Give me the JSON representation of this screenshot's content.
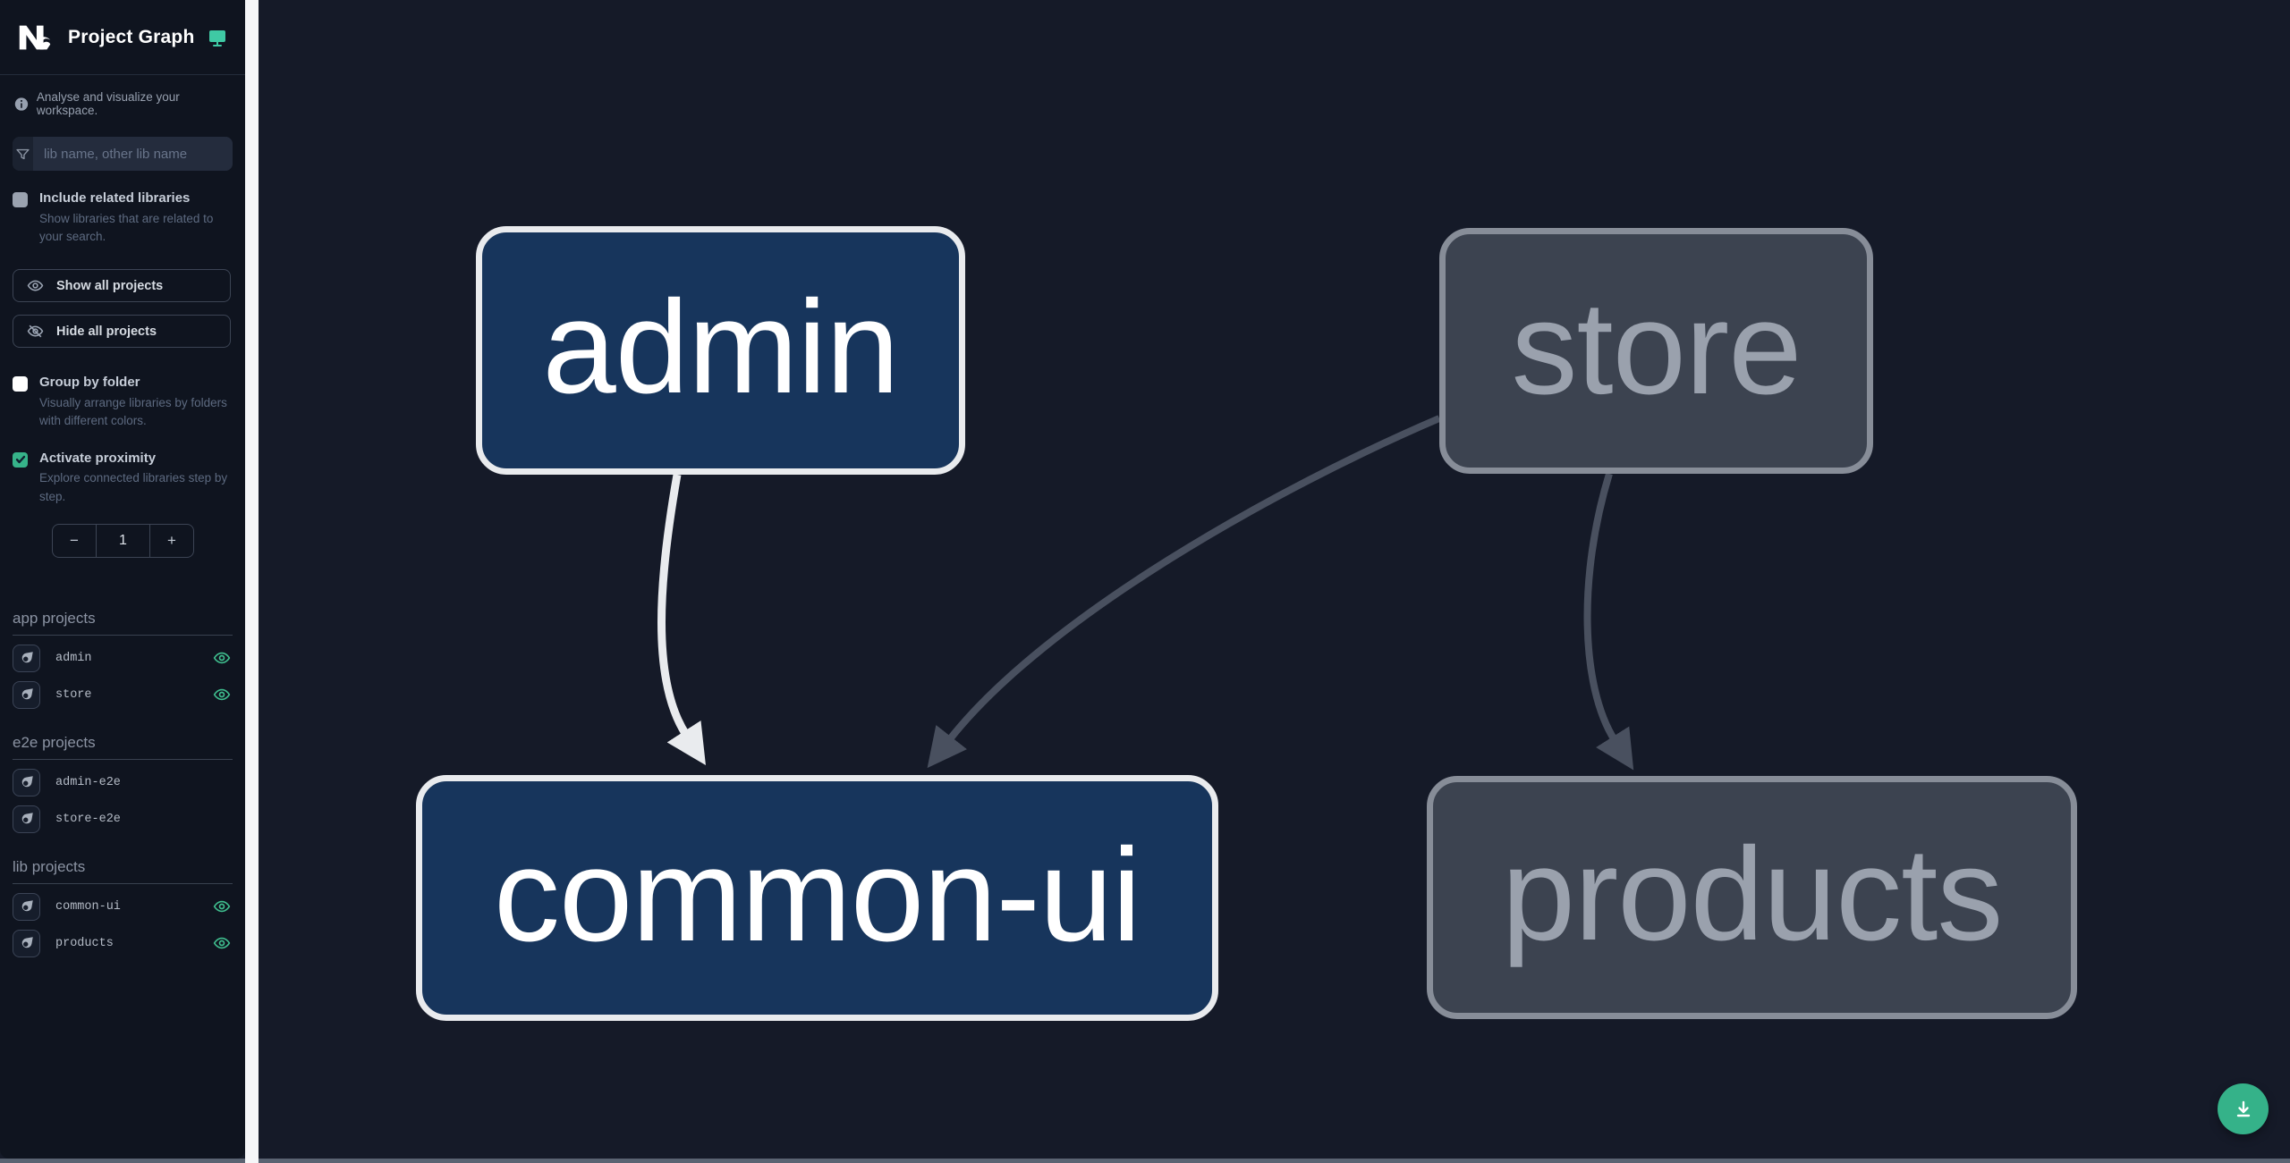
{
  "app": {
    "title": "Project Graph",
    "logo_alt": "Nx"
  },
  "subheader": {
    "text": "Analyse and visualize your workspace."
  },
  "search": {
    "placeholder": "lib name, other lib name"
  },
  "controls": {
    "include_related": {
      "label": "Include related libraries",
      "description": "Show libraries that are related to your search.",
      "checked": false
    },
    "show_all": {
      "label": "Show all projects"
    },
    "hide_all": {
      "label": "Hide all projects"
    },
    "group_by_folder": {
      "label": "Group by folder",
      "description": "Visually arrange libraries by folders with different colors.",
      "checked": false
    },
    "activate_proximity": {
      "label": "Activate proximity",
      "description": "Explore connected libraries step by step.",
      "checked": true
    },
    "proximity": {
      "decrement": "−",
      "value": "1",
      "increment": "+"
    }
  },
  "sections": [
    {
      "title": "app projects",
      "items": [
        {
          "name": "admin",
          "eye": true
        },
        {
          "name": "store",
          "eye": true
        }
      ]
    },
    {
      "title": "e2e projects",
      "items": [
        {
          "name": "admin-e2e",
          "eye": false
        },
        {
          "name": "store-e2e",
          "eye": false
        }
      ]
    },
    {
      "title": "lib projects",
      "items": [
        {
          "name": "common-ui",
          "eye": true
        },
        {
          "name": "products",
          "eye": true
        }
      ]
    }
  ],
  "graph": {
    "nodes": [
      {
        "id": "admin",
        "label": "admin",
        "state": "focused"
      },
      {
        "id": "store",
        "label": "store",
        "state": "faded"
      },
      {
        "id": "common-ui",
        "label": "common-ui",
        "state": "focused"
      },
      {
        "id": "products",
        "label": "products",
        "state": "faded"
      }
    ],
    "edges": [
      {
        "from": "admin",
        "to": "common-ui",
        "style": "highlighted"
      },
      {
        "from": "store",
        "to": "common-ui",
        "style": "muted"
      },
      {
        "from": "store",
        "to": "products",
        "style": "muted"
      }
    ]
  },
  "fab": {
    "action": "download-graph-image"
  },
  "colors": {
    "accent_teal": "#36b389",
    "eye_green": "#3fbe8e",
    "node_focused_bg": "#17355c",
    "node_focused_border": "#e9ebee",
    "node_faded_bg": "#3c4350",
    "node_faded_border": "#878d98",
    "edge_highlight": "#e9ebee",
    "edge_muted": "#49505f",
    "canvas_bg": "#151a28",
    "sidebar_bg": "#0f141f",
    "resizer": "#f5f6f8"
  }
}
